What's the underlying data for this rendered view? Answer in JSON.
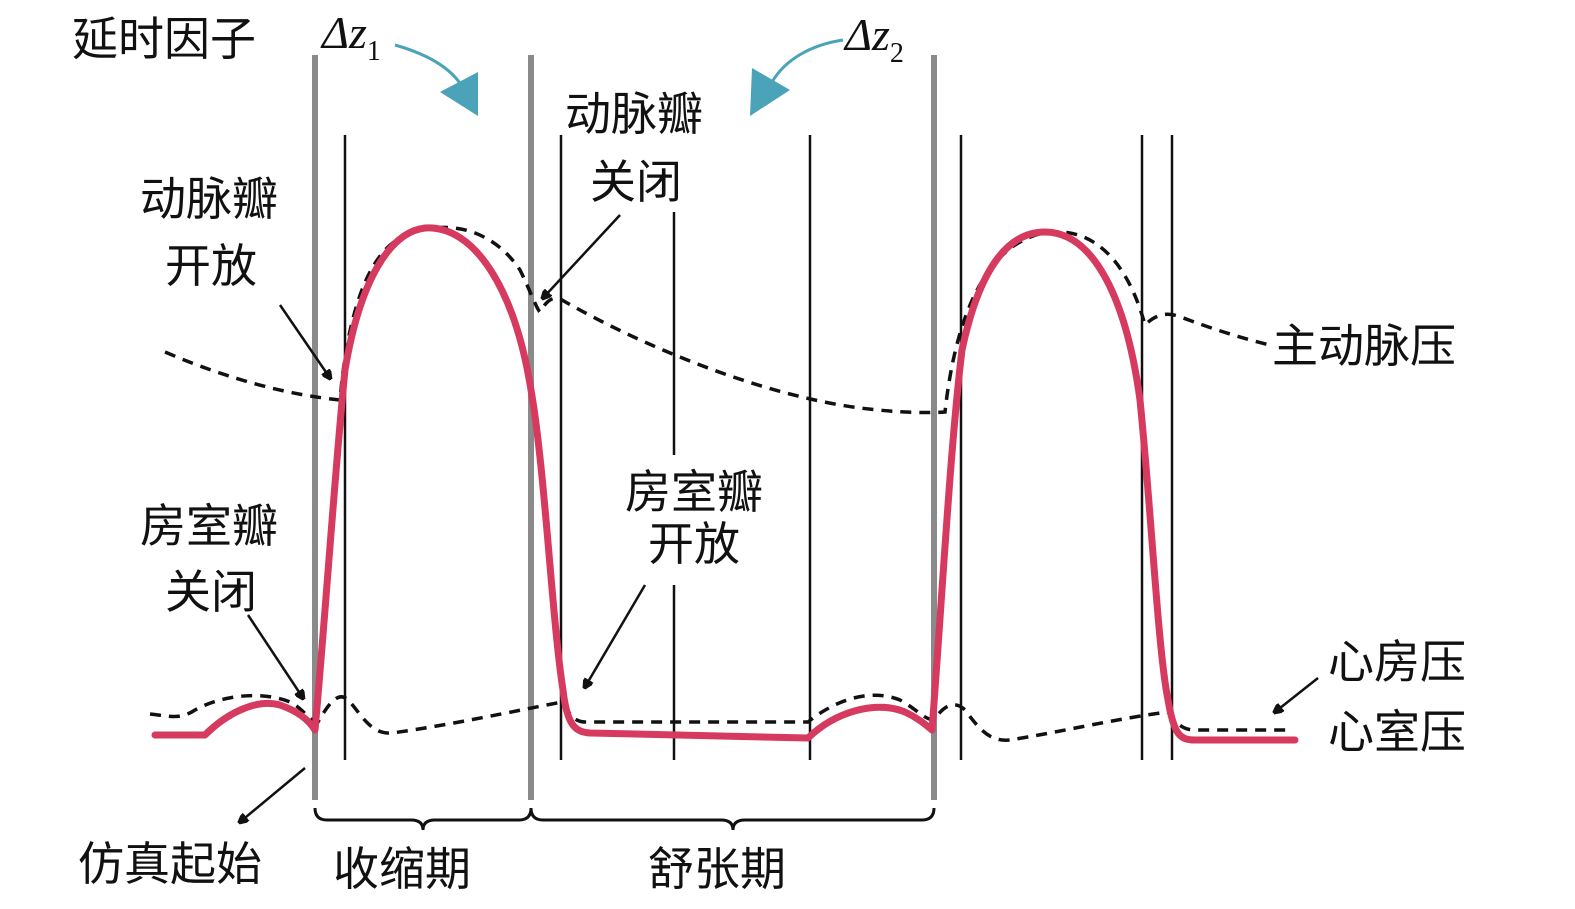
{
  "title": "延时因子",
  "delta1": {
    "main": "Δz",
    "sub": "1"
  },
  "delta2": {
    "main": "Δz",
    "sub": "2"
  },
  "labels": {
    "aortic_open": [
      "动脉瓣",
      "开放"
    ],
    "aortic_close": [
      "动脉瓣",
      "关闭"
    ],
    "av_close": [
      "房室瓣",
      "关闭"
    ],
    "av_open": [
      "房室瓣",
      "开放"
    ],
    "aortic_pressure": "主动脉压",
    "atrial_pressure": "心房压",
    "ventricular_pressure": "心室压",
    "sim_start": "仿真起始",
    "systole": "收缩期",
    "diastole": "舒张期"
  },
  "colors": {
    "ventricular": "#d63a5e",
    "arrow": "#4aa3b8",
    "phase_line": "#8a8a8a"
  }
}
